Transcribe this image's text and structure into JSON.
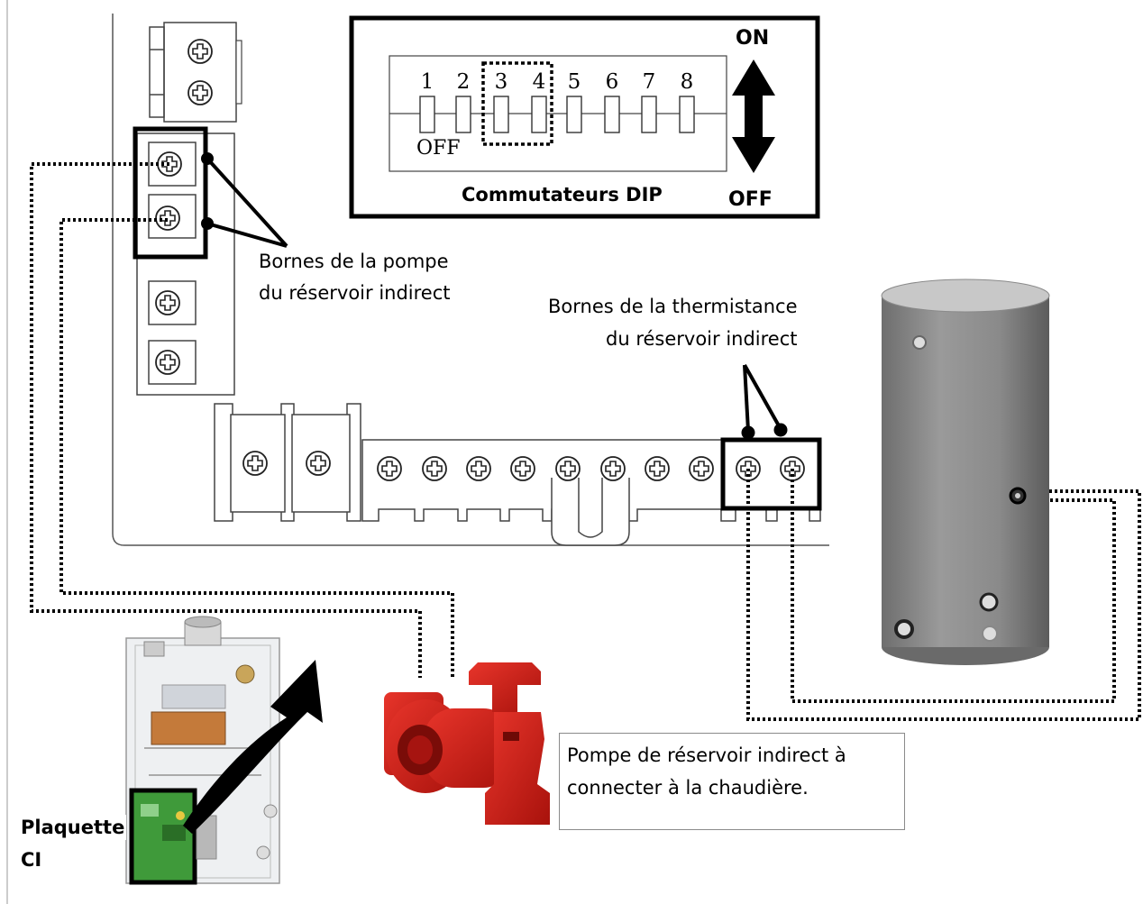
{
  "dip": {
    "title": "Commutateurs DIP",
    "on_label": "ON",
    "off_label": "OFF",
    "switch_off_label": "OFF",
    "switch_numbers": [
      "1",
      "2",
      "3",
      "4",
      "5",
      "6",
      "7",
      "8"
    ]
  },
  "labels": {
    "pump_terminals_line1": "Bornes de la  pompe",
    "pump_terminals_line2": "du réservoir indirect",
    "thermistor_terminals_line1": "Bornes de la thermistance",
    "thermistor_terminals_line2": "du réservoir indirect",
    "pump_note_line1": "Pompe de réservoir indirect à",
    "pump_note_line2": "connecter à la chaudière.",
    "pcb_line1": "Plaquette",
    "pcb_line2": "CI"
  },
  "colors": {
    "pump_red": "#cc1a14",
    "tank_gray": "#8c8c8c",
    "pcb_green": "#3f9a3a"
  }
}
